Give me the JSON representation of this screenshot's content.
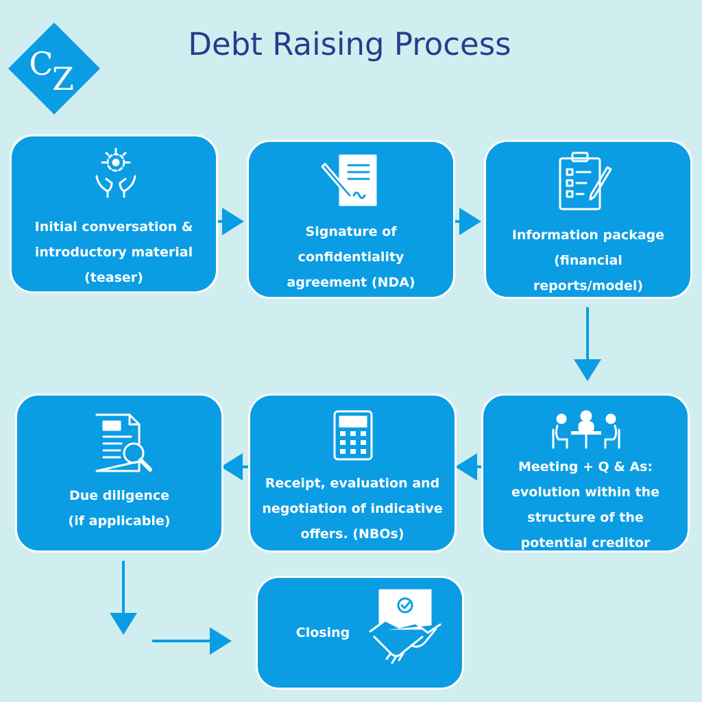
{
  "logo": {
    "text_c": "C",
    "text_z": "Z"
  },
  "title": "Debt Raising Process",
  "colors": {
    "box": "#0b9de4",
    "title": "#2b3a8c",
    "background": "#d0eef0",
    "arrow": "#0b9de4"
  },
  "steps": [
    {
      "label": "Initial conversation &\nintroductory material\n(teaser)",
      "icon": "target-hands-icon"
    },
    {
      "label": "Signature of\nconfidentiality\nagreement (NDA)",
      "icon": "signed-document-icon"
    },
    {
      "label": "Information package\n(financial\nreports/model)",
      "icon": "clipboard-checklist-icon"
    },
    {
      "label": "Meeting + Q & As:\nevolution within the\nstructure of the\npotential creditor",
      "icon": "meeting-table-icon"
    },
    {
      "label": "Receipt, evaluation and\nnegotiation of indicative\noffers. (NBOs)",
      "icon": "calculator-icon"
    },
    {
      "label": "Due diligence\n(if applicable)",
      "icon": "document-search-icon"
    },
    {
      "label": "Closing",
      "icon": "handshake-certificate-icon"
    }
  ]
}
